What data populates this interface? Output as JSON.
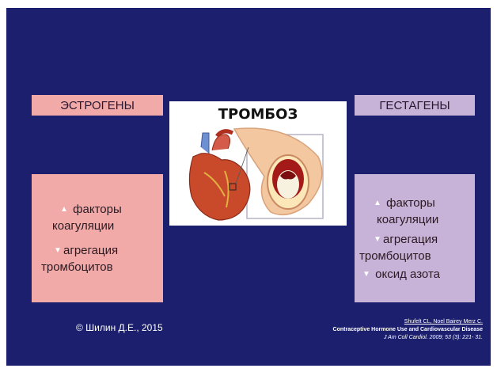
{
  "left_panel": {
    "header": "ЭСТРОГЕНЫ",
    "items": [
      {
        "arrow": "▲",
        "lines": [
          "факторы",
          "коагуляции"
        ]
      },
      {
        "arrow": "▼",
        "lines": [
          "агрегация",
          "тромбоцитов"
        ]
      }
    ]
  },
  "right_panel": {
    "header": "ГЕСТАГЕНЫ",
    "items": [
      {
        "arrow": "▲",
        "lines": [
          "факторы",
          "коагуляции"
        ]
      },
      {
        "arrow": "▼",
        "lines": [
          "агрегация",
          "тромбоцитов"
        ]
      },
      {
        "arrow": "▼",
        "lines": [
          "оксид азота"
        ]
      }
    ]
  },
  "center": {
    "title": "ТРОМБОЗ"
  },
  "footer": {
    "copyright": "© Шилин Д.Е., 2015",
    "citation_authors": "Shufelt CL, Noel  Bairey Merz C.",
    "citation_title": "Contraceptive Hormone Use and Cardiovascular Disease",
    "citation_journal": "J Am Coll Cardiol. 2009; 53 (3): 221- 31."
  },
  "colors": {
    "background": "#1b1f6e",
    "estrogen_panel": "#f2aaa8",
    "gestagen_panel": "#c7b2d8"
  }
}
